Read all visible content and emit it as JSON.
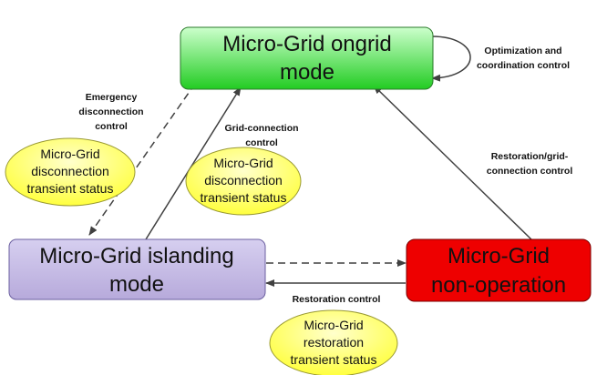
{
  "states": {
    "ongrid": {
      "line1": "Micro-Grid ongrid",
      "line2": "mode"
    },
    "islanding": {
      "line1": "Micro-Grid islanding",
      "line2": "mode"
    },
    "nonop": {
      "line1": "Micro-Grid",
      "line2": "non-operation"
    }
  },
  "transients": {
    "disconnection_left": {
      "line1": "Micro-Grid",
      "line2": "disconnection",
      "line3": "transient status"
    },
    "disconnection_mid": {
      "line1": "Micro-Grid",
      "line2": "disconnection",
      "line3": "transient status"
    },
    "restoration": {
      "line1": "Micro-Grid",
      "line2": "restoration",
      "line3": "transient status"
    }
  },
  "labels": {
    "optimization": {
      "line1": "Optimization and",
      "line2": "coordination control"
    },
    "emergency": {
      "line1": "Emergency",
      "line2": "disconnection",
      "line3": "control"
    },
    "grid_connection": {
      "line1": "Grid-connection",
      "line2": "control"
    },
    "restoration_grid": {
      "line1": "Restoration/grid-",
      "line2": "connection control"
    },
    "restoration_control": "Restoration control"
  },
  "colors": {
    "ongrid_fill_top": "#ccffcc",
    "ongrid_fill_bottom": "#22cc22",
    "islanding_fill": "#c9bfe3",
    "nonop_fill": "#ee0000",
    "ellipse_fill": "#ffff66",
    "arrow": "#404040"
  }
}
